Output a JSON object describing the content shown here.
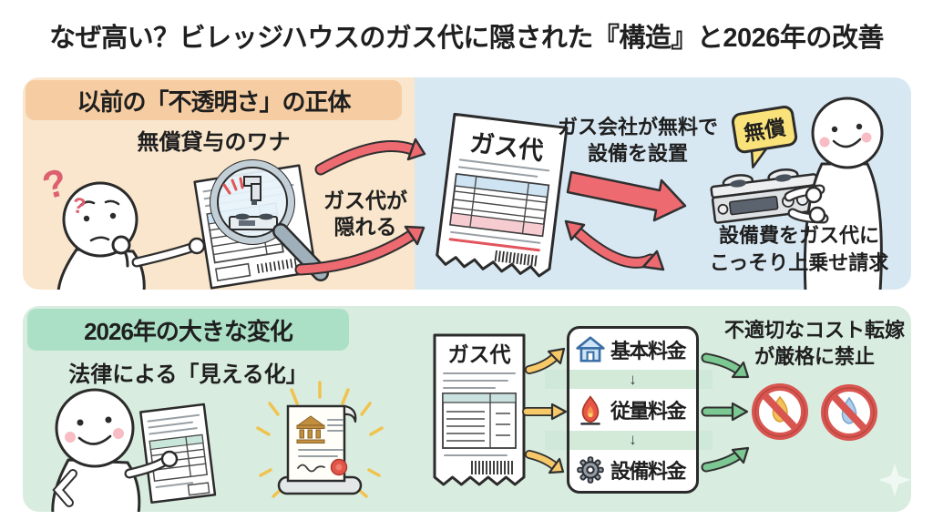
{
  "title": "なぜ高い？ビレッジハウスのガス代に隠された『構造』と2026年の改善",
  "top_panel": {
    "header": "以前の「不透明さ」の正体",
    "subtitle": "無償貸与のワナ",
    "question_mark_large": "?",
    "question_mark_small": "?",
    "hidden_note_line1": "ガス代が",
    "hidden_note_line2": "隠れる",
    "bill_title": "ガス代",
    "install_note_line1": "ガス会社が無料で",
    "install_note_line2": "設備を設置",
    "free_badge": "無償",
    "surcharge_note_line1": "設備費をガス代に",
    "surcharge_note_line2": "こっそり上乗せ請求"
  },
  "bottom_panel": {
    "header": "2026年の大きな変化",
    "subtitle": "法律による「見える化」",
    "bill_title": "ガス代",
    "fee_items": [
      {
        "label": "基本料金",
        "icon": "house-icon"
      },
      {
        "label": "従量料金",
        "icon": "flame-icon"
      },
      {
        "label": "設備料金",
        "icon": "gear-icon"
      }
    ],
    "down_arrow_glyph": "↓",
    "ban_note_line1": "不適切なコスト転嫁",
    "ban_note_line2": "が厳格に禁止"
  },
  "colors": {
    "peach_bg": "#f9e6cc",
    "peach_badge": "#f6cda2",
    "blue_bg": "#d8e8f3",
    "green_bg": "#d8ecdf",
    "green_badge": "#abe0c6",
    "red_arrow": "#ed6a70",
    "yellow_arrow": "#f6c868",
    "green_arrow": "#7cc892",
    "free_badge_yellow": "#f9e279",
    "ban_red": "#d85550",
    "text": "#1f1f1f"
  }
}
